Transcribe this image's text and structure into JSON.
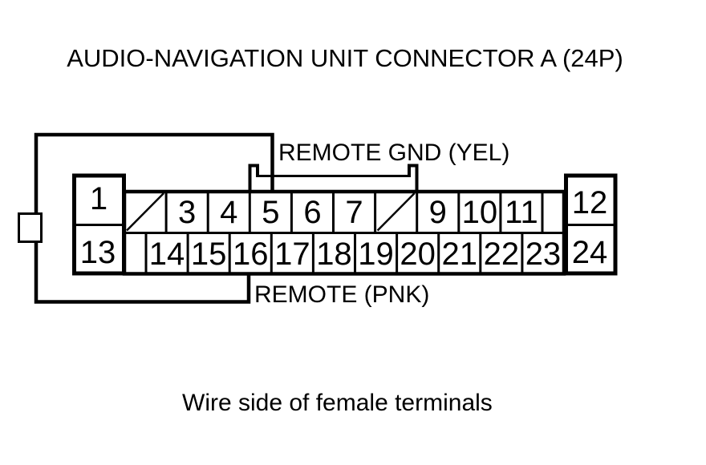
{
  "page": {
    "title": "AUDIO-NAVIGATION UNIT CONNECTOR A (24P)",
    "caption": "Wire side of female terminals",
    "background": "#ffffff",
    "line_color": "#000000"
  },
  "wire_labels": {
    "top": "REMOTE GND (YEL)",
    "bottom": "REMOTE (PNK)"
  },
  "connector": {
    "left_pins": [
      "1",
      "13"
    ],
    "right_pins": [
      "12",
      "24"
    ],
    "row1_cells": [
      {
        "label": "",
        "type": "slash"
      },
      {
        "label": "3",
        "type": "pin"
      },
      {
        "label": "4",
        "type": "pin"
      },
      {
        "label": "5",
        "type": "pin"
      },
      {
        "label": "6",
        "type": "pin"
      },
      {
        "label": "7",
        "type": "pin"
      },
      {
        "label": "",
        "type": "slash"
      },
      {
        "label": "9",
        "type": "pin"
      },
      {
        "label": "10",
        "type": "pin"
      },
      {
        "label": "11",
        "type": "pin"
      },
      {
        "label": "",
        "type": "narrow"
      }
    ],
    "row2_cells": [
      {
        "label": "",
        "type": "narrow"
      },
      {
        "label": "14",
        "type": "pin"
      },
      {
        "label": "15",
        "type": "pin"
      },
      {
        "label": "16",
        "type": "pin"
      },
      {
        "label": "17",
        "type": "pin"
      },
      {
        "label": "18",
        "type": "pin"
      },
      {
        "label": "19",
        "type": "pin"
      },
      {
        "label": "20",
        "type": "pin"
      },
      {
        "label": "21",
        "type": "pin"
      },
      {
        "label": "22",
        "type": "pin"
      },
      {
        "label": "23",
        "type": "pin"
      }
    ]
  }
}
